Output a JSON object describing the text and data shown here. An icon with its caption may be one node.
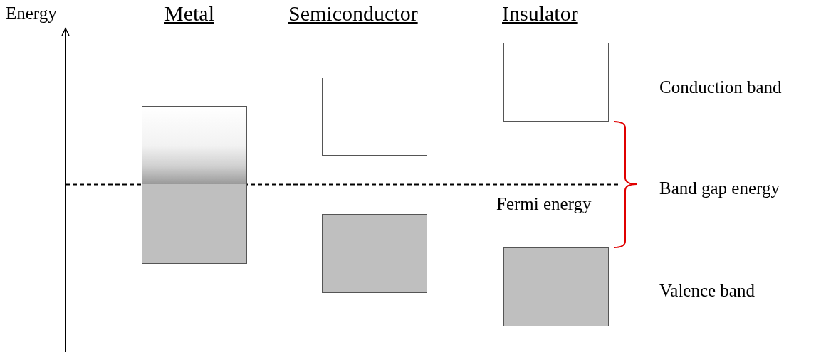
{
  "diagram": {
    "nodes": [
      {
        "text": [],
        "shape": "box"
      },
      {
        "text": [],
        "shape": "box"
      },
      {
        "text": [],
        "shape": "box"
      },
      {
        "text": [],
        "shape": "box"
      },
      {
        "text": [],
        "shape": "box"
      }
    ],
    "labels": [
      "Energy",
      "Metal",
      "Semiconductor",
      "Insulator",
      "Conduction band",
      "Band gap energy",
      "Fermi energy",
      "Valence band"
    ]
  }
}
